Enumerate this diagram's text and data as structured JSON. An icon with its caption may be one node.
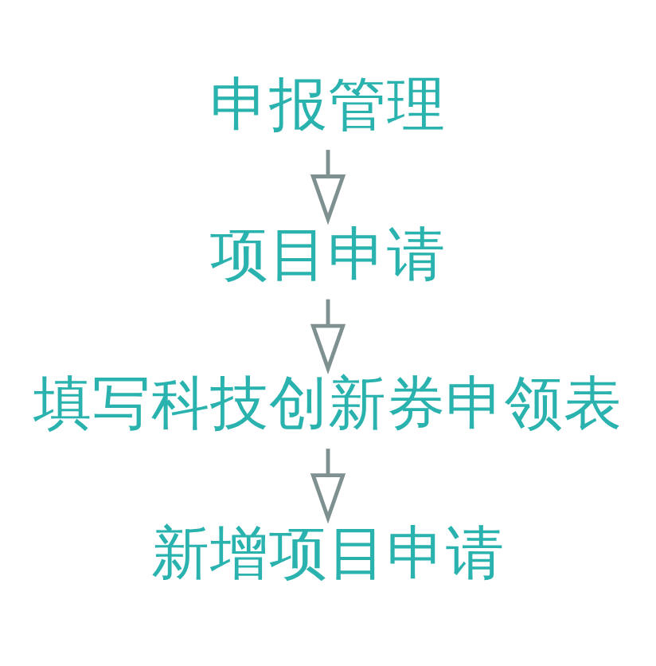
{
  "diagram": {
    "nodes": [
      {
        "text": [
          "申报管理"
        ]
      },
      {
        "text": [
          "项目申请"
        ]
      },
      {
        "text": [
          "填写科技创新券申领表"
        ]
      },
      {
        "text": [
          "新增项目申请"
        ]
      }
    ],
    "edges": [
      {
        "from": 0,
        "to": 1,
        "arrow": "to"
      },
      {
        "from": 1,
        "to": 2,
        "arrow": "to"
      },
      {
        "from": 2,
        "to": 3,
        "arrow": "to"
      }
    ]
  }
}
